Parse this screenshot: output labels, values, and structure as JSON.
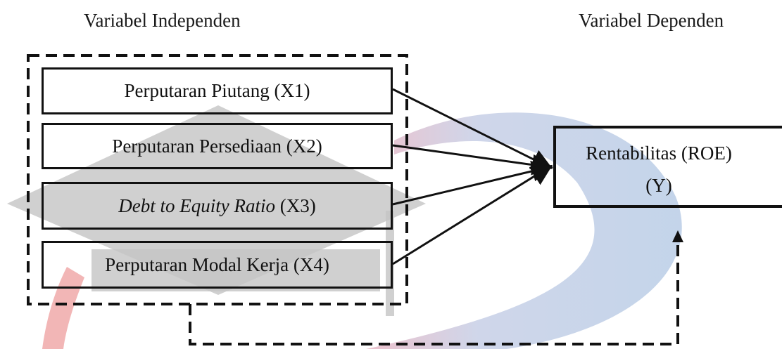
{
  "diagram": {
    "independent_heading": "Variabel Independen",
    "dependent_heading": "Variabel Dependen",
    "independent_variables": [
      {
        "label": "Perputaran Piutang",
        "code": "(X1)",
        "italic": false
      },
      {
        "label": "Perputaran Persediaan",
        "code": "(X2)",
        "italic": false
      },
      {
        "label": "Debt to Equity Ratio",
        "code": "(X3)",
        "italic": true
      },
      {
        "label": "Perputaran Modal Kerja",
        "code": "(X4)",
        "italic": false
      }
    ],
    "dependent_variable": {
      "line1": "Rentabilitas (ROE)",
      "line2": "(Y)"
    },
    "colors": {
      "line": "#111111",
      "watermark_blue": "#bccfe6",
      "watermark_gray": "#c4c4c4",
      "watermark_red": "#f0a9a9"
    }
  }
}
